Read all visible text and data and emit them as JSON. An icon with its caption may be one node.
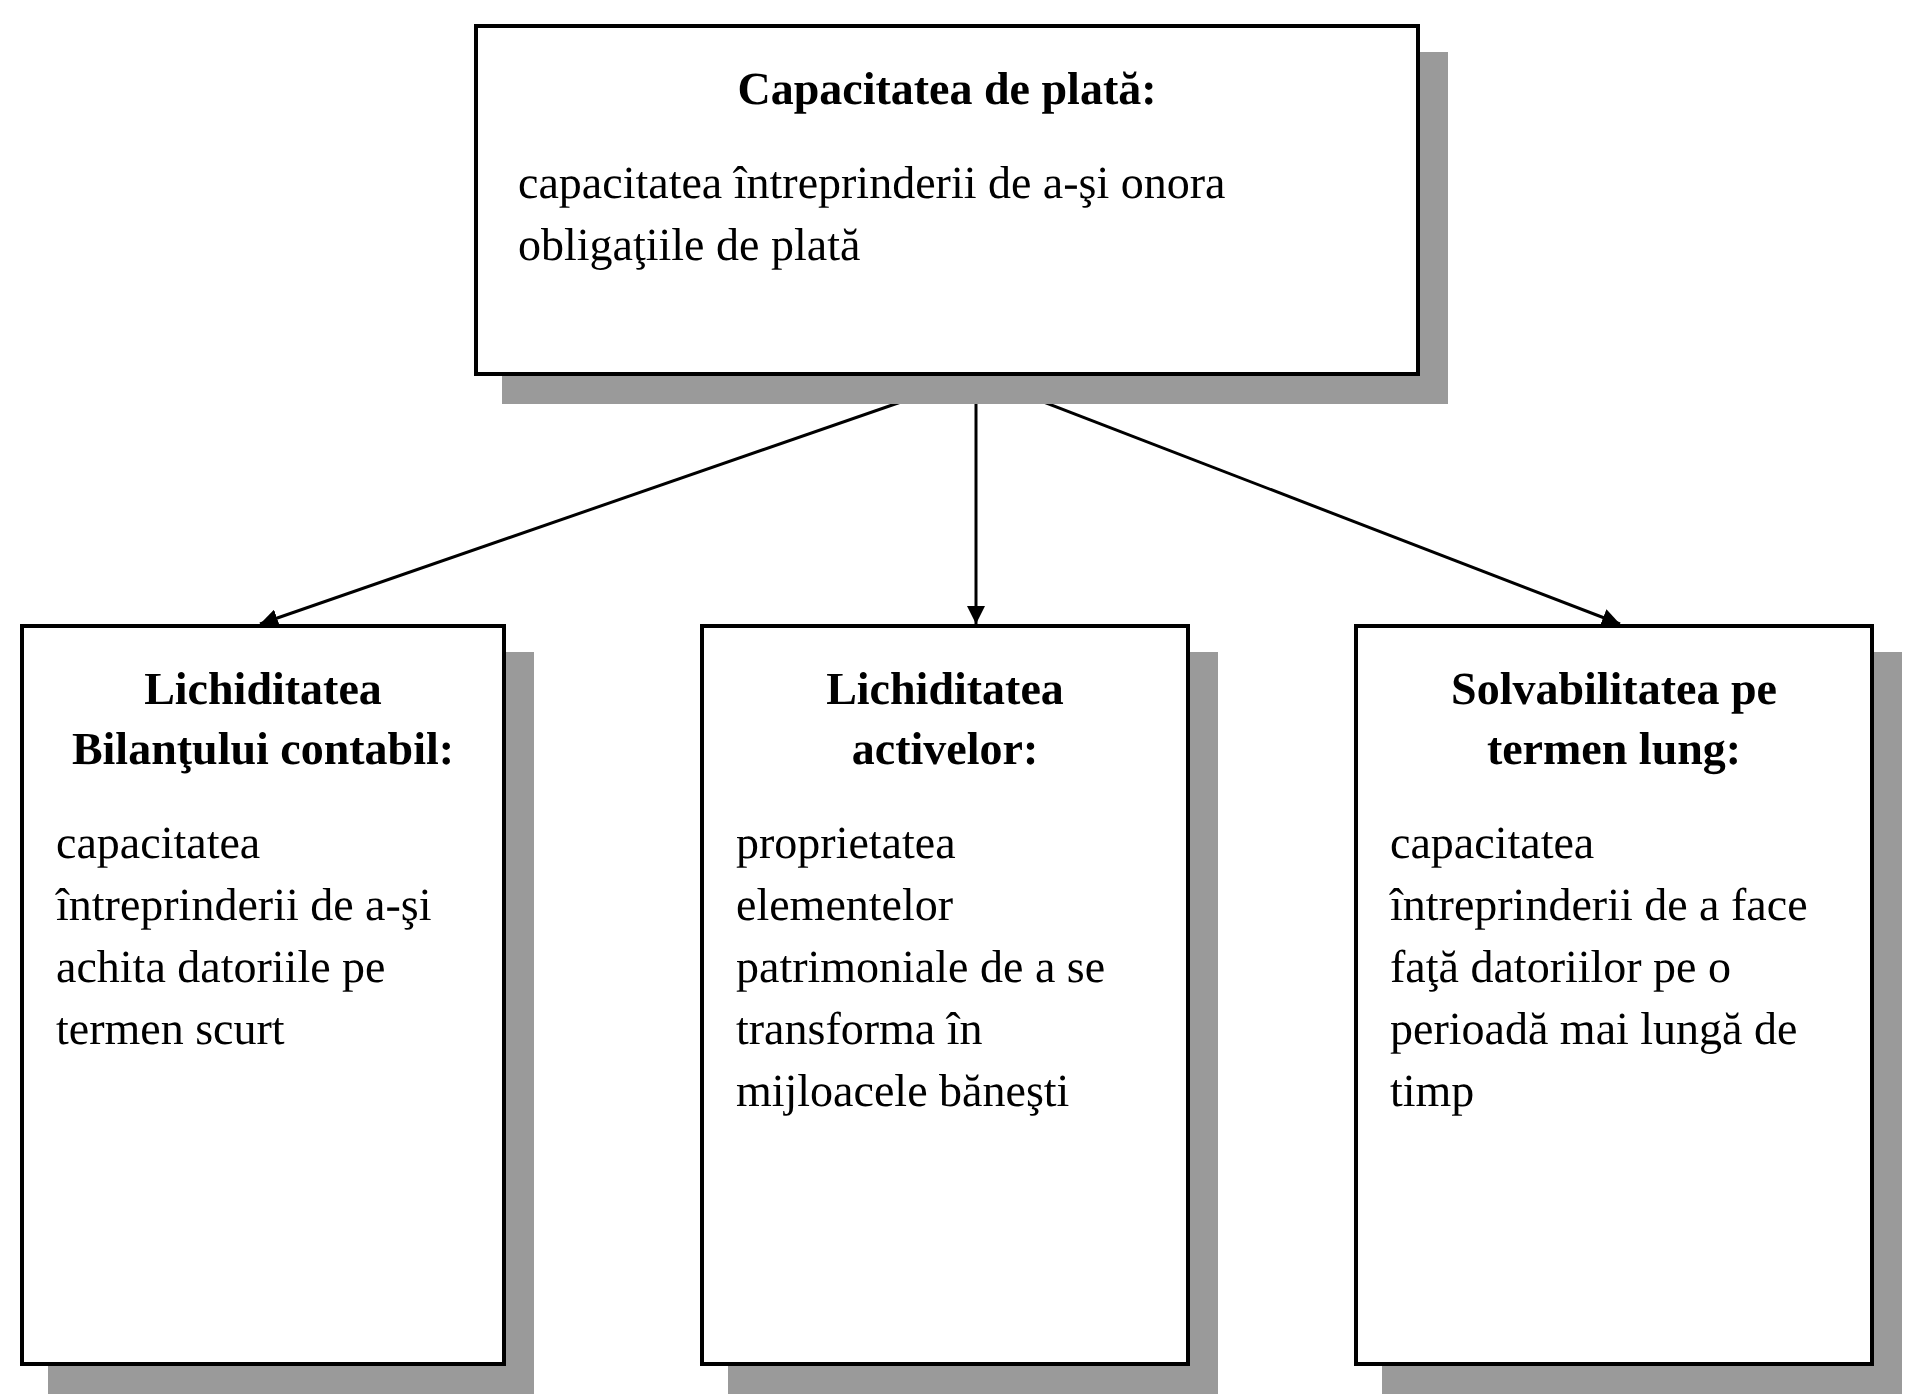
{
  "diagram": {
    "nodes": [
      {
        "text": [
          "Capacitatea de plată:",
          "capacitatea întreprinderii de a-şi onora obligaţiile de plată"
        ]
      },
      {
        "text": [
          "Lichiditatea Bilanţului contabil:",
          "capacitatea întreprinderii de a-şi achita datoriile pe termen scurt"
        ]
      },
      {
        "text": [
          "Lichiditatea activelor:",
          "proprietatea elementelor patrimoniale de a se transforma în mijloacele băneşti"
        ]
      },
      {
        "text": [
          "Solvabilitatea pe termen lung:",
          "capacitatea întreprinderii de a face faţă datoriilor pe o perioadă mai lungă de timp"
        ]
      }
    ],
    "edges": [
      {
        "from": 0,
        "to": 1,
        "arrow": "to"
      },
      {
        "from": 0,
        "to": 2,
        "arrow": "to"
      },
      {
        "from": 0,
        "to": 3,
        "arrow": "to"
      }
    ]
  }
}
